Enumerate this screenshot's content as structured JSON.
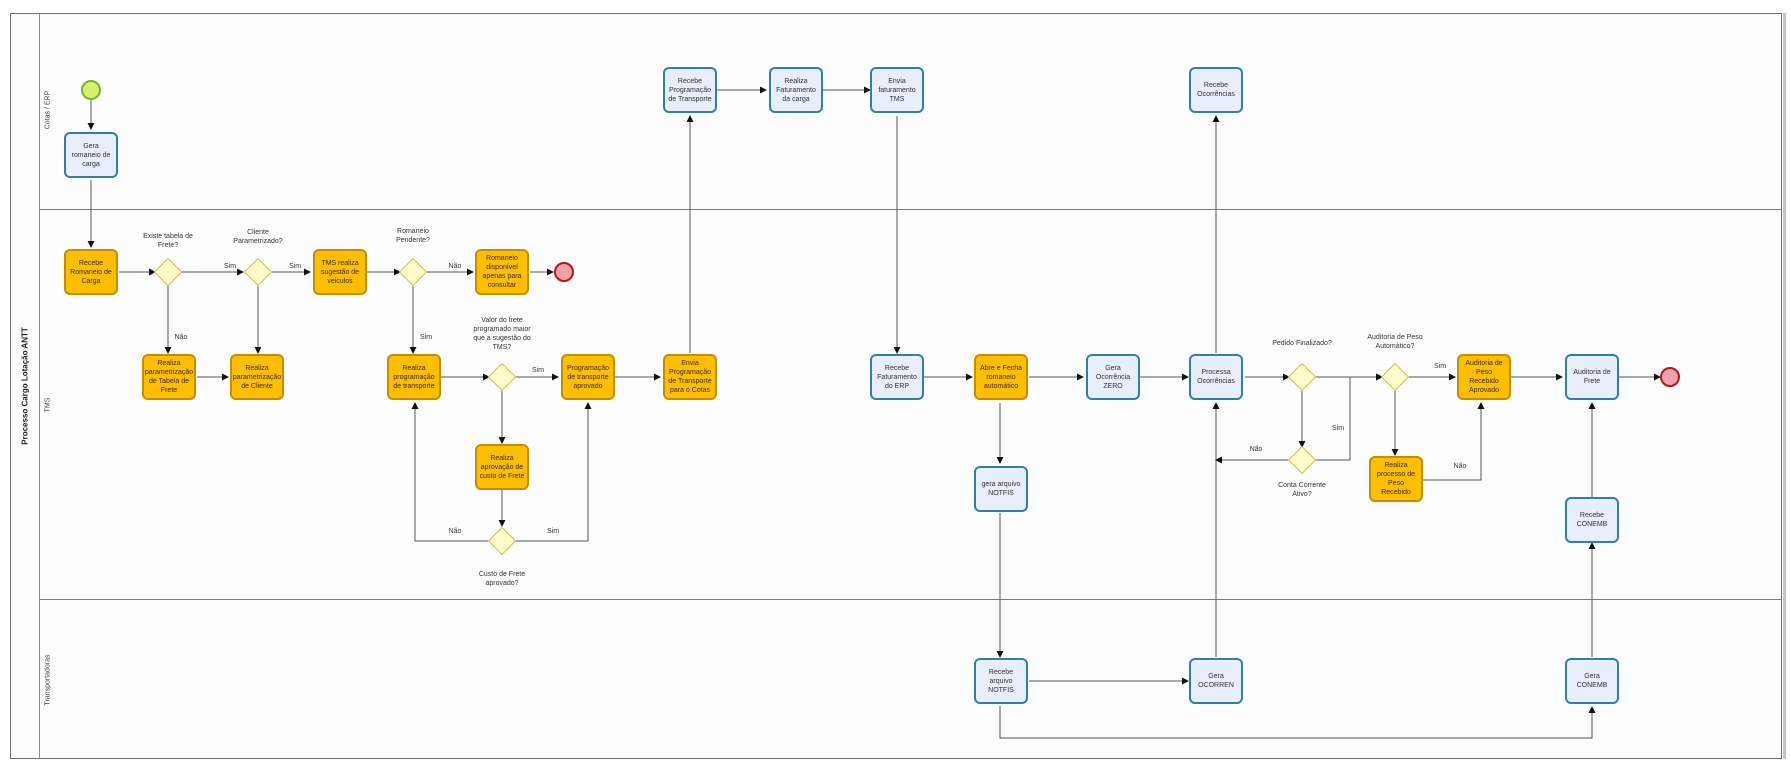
{
  "pool": {
    "title": "Processo Cargo Lotação ANTT",
    "lanes": [
      "Cotas / ERP",
      "TMS",
      "Transportadoras"
    ]
  },
  "colors": {
    "task_blue_fill": "#e8eefc",
    "task_blue_border": "#2f7fa8",
    "task_orange_fill": "#ffbf00",
    "task_orange_border": "#c58d00",
    "gateway_fill": "#fdfbc8",
    "start_event": "#d6f26b",
    "end_event": "#efa2a8"
  },
  "tasks": {
    "gera_romaneio": "Gera romaneio de carga",
    "recebe_romaneio": "Recebe Romaneio de Carga",
    "param_tabela": "Realiza parametrização de Tabela de Frete",
    "param_cliente": "Realiza parametrização de Cliente",
    "tms_sugestao": "TMS realiza sugestão de veiculos",
    "romaneio_consulta": "Romaneio disponível apenas para consultar",
    "realiza_programacao": "Realiza programação de transporte",
    "aprovacao_custo": "Realiza aprovação de custo de Frete",
    "programacao_aprovado": "Programação de transporte aprovado",
    "envia_programacao": "Envia Programação de Transporte para o Cotas",
    "recebe_programacao": "Recebe Programação de Transporte",
    "faturamento_carga": "Realiza Faturamento da carga",
    "envia_faturamento": "Envia faturamento TMS",
    "recebe_faturamento": "Recebe Faturamento do ERP",
    "abre_fecha": "Abre e Fecha romaneio automático",
    "gera_notfis": "gera arquivo NOTFIS",
    "gera_zero": "Gera Ocorrência ZERO",
    "processa_ocorrencias": "Processa Ocorrências",
    "recebe_ocorrencias": "Recebe Ocorrências",
    "peso_recebido": "Realiza processo de Peso Recebido",
    "auditoria_peso_aprovado": "Auditoria de Peso Recebido Aprovado",
    "auditoria_frete": "Auditoria de Frete",
    "recebe_conemb": "Recebe CONEMB",
    "recebe_notfis": "Recebe arquivo NOTFIS",
    "gera_ocorren": "Gera OCORREN",
    "gera_conemb": "Gera CONEMB"
  },
  "gateways": {
    "existe_tabela": "Existe tabela de Frete?",
    "cliente_param": "Cliente Parametrizado?",
    "romaneio_pendente": "Romaneio Pendente?",
    "valor_frete": "Valor do frete programado maior que a sugestão do TMS?",
    "custo_aprovado": "Custo de Frete aprovado?",
    "pedido_finalizado": "Pedido Finalizado?",
    "conta_corrente": "Conta Corrente Ativo?",
    "auditoria_auto": "Auditoria de Peso Automático?"
  },
  "flow_labels": {
    "sim": "Sim",
    "nao": "Não"
  }
}
